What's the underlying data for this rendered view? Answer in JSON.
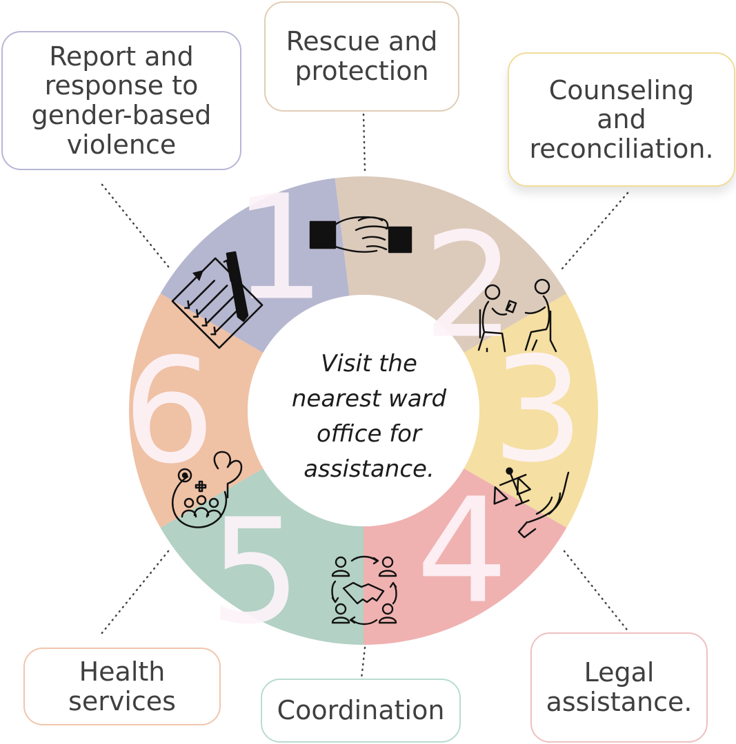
{
  "center_text": "Visit the\nnearest ward\noffice for\nassistance.",
  "segments": [
    {
      "number": "1",
      "label": "Report and\nresponse to\ngender-based\nviolence",
      "color": "#b5b6cf",
      "icon": "document-pen-icon"
    },
    {
      "number": "2",
      "label": "Rescue and\nprotection",
      "color": "#dccabb",
      "icon": "helping-hand-icon"
    },
    {
      "number": "3",
      "label": "Counseling\nand\nreconciliation.",
      "color": "#f5dfa2",
      "icon": "counseling-icon"
    },
    {
      "number": "4",
      "label": "Legal\nassistance.",
      "color": "#efb2b1",
      "icon": "legal-hand-scales-icon"
    },
    {
      "number": "5",
      "label": "Coordination",
      "color": "#b3d1c5",
      "icon": "handshake-network-icon"
    },
    {
      "number": "6",
      "label": "Health\nservices",
      "color": "#efc1a5",
      "icon": "health-stethoscope-icon"
    }
  ]
}
